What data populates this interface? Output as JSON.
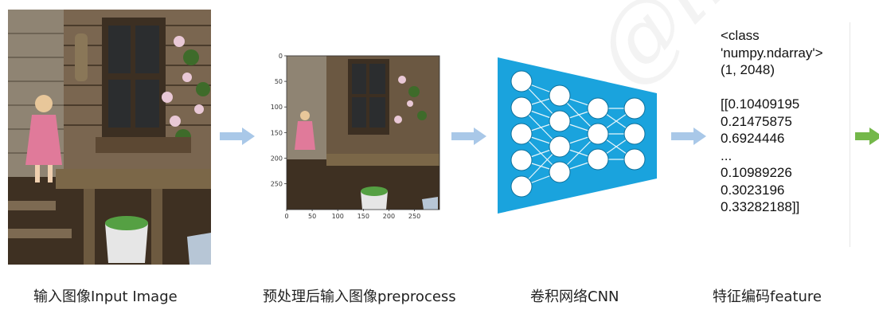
{
  "steps": [
    {
      "caption": "输入图像Input Image"
    },
    {
      "caption": "预处理后输入图像preprocess"
    },
    {
      "caption": "卷积网络CNN"
    },
    {
      "caption": "特征编码feature"
    }
  ],
  "plot": {
    "y_ticks": [
      "0",
      "50",
      "100",
      "150",
      "200",
      "250"
    ],
    "x_ticks": [
      "0",
      "50",
      "100",
      "150",
      "200",
      "250"
    ]
  },
  "feature_output": {
    "lines": [
      "<class",
      "'numpy.ndarray'>",
      "(1, 2048)",
      "",
      "[[0.10409195",
      "0.21475875",
      "0.6924446",
      "...",
      "0.10989226",
      "0.3023196",
      "0.33282188]]"
    ]
  },
  "colors": {
    "arrow_blue": "#a9c8e8",
    "arrow_green": "#74b84a",
    "cnn_fill": "#1aa3dd",
    "node_fill": "#ffffff"
  }
}
